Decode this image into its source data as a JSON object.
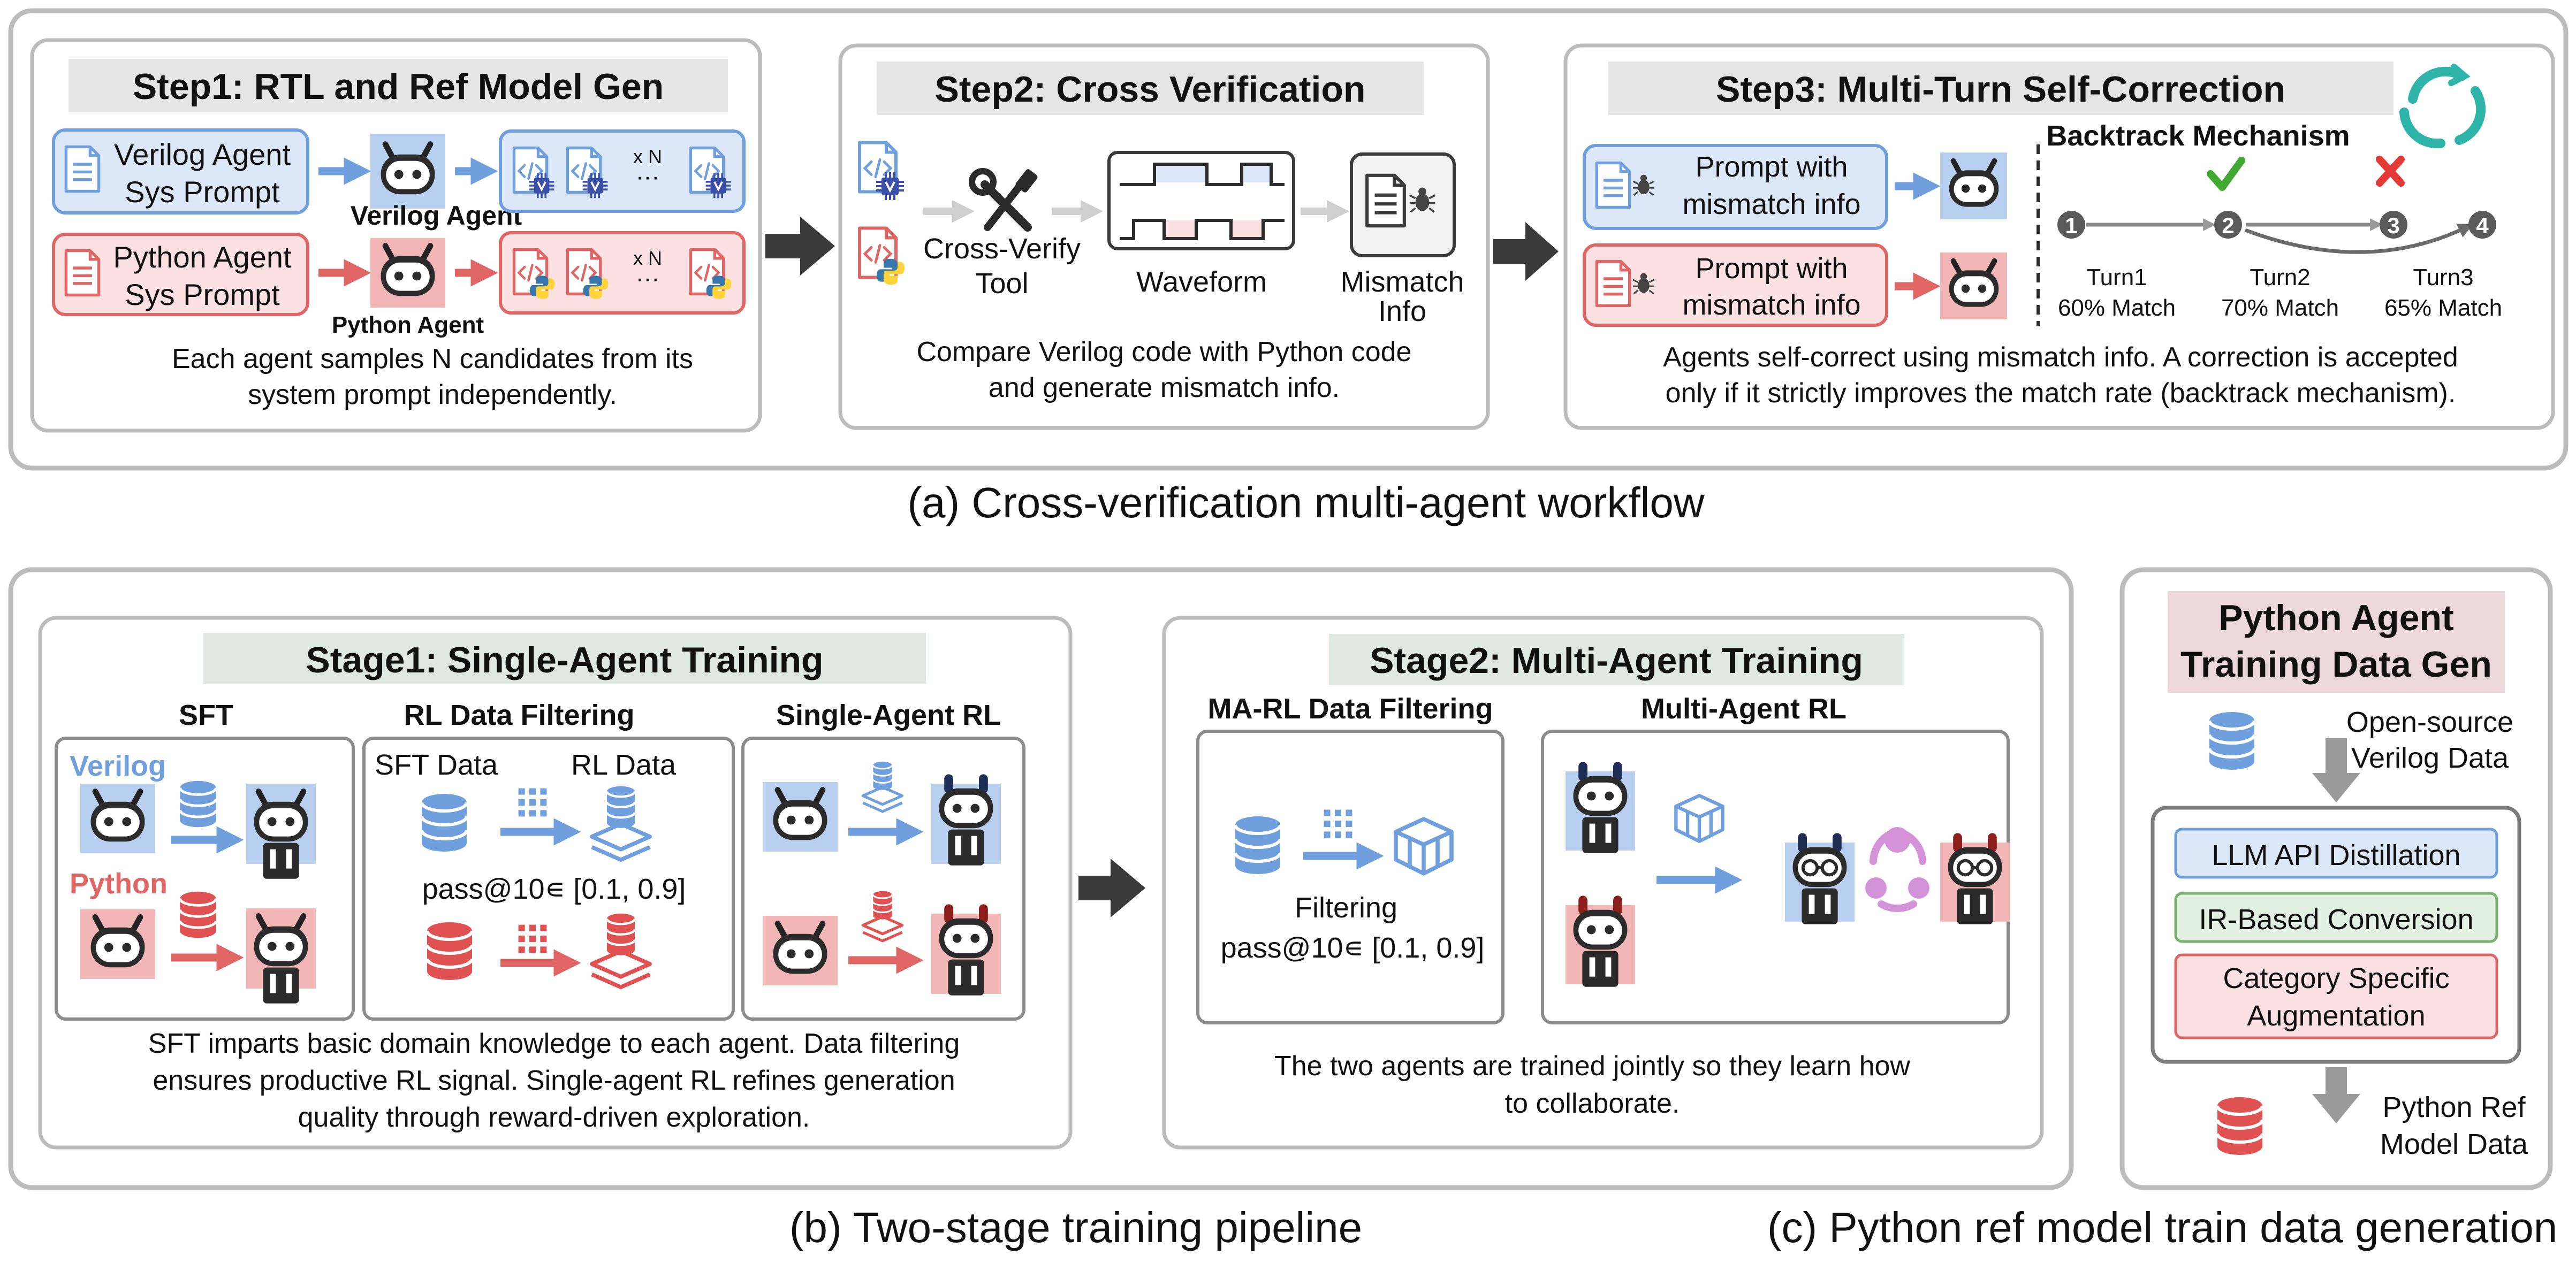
{
  "colors": {
    "verilog_fill": "#dce8f8",
    "verilog_stroke": "#6f9fdc",
    "verilog_dark": "#5b8fd6",
    "python_fill": "#fbe1e1",
    "python_stroke": "#e06666",
    "python_dark": "#e05252",
    "green_fill": "#e3f1e2",
    "green_stroke": "#78b36f",
    "title_gray": "#e6e6e6",
    "title_green": "#dfe8e3",
    "title_pink": "#ecd7dc",
    "panel_border": "#bcbcbc",
    "arrow_dark": "#3a3a3a",
    "check": "#41a832",
    "cross": "#e53935",
    "cycle": "#2eb4a8"
  },
  "icons": [
    "agent-robot-icon",
    "document-icon",
    "code-file-icon",
    "chip-icon",
    "python-logo-icon",
    "database-icon",
    "layer-stack-icon",
    "matrix-icon",
    "bug-icon",
    "wrench-screwdriver-icon",
    "waveform-icon",
    "refresh-cycle-icon",
    "checkmark-icon",
    "x-mark-icon",
    "arrow-right-icon"
  ],
  "part_a": {
    "caption": "(a) Cross-verification multi-agent workflow",
    "step1": {
      "title": "Step1: RTL and Ref Model Gen",
      "verilog_prompt": [
        "Verilog Agent",
        "Sys Prompt"
      ],
      "python_prompt": [
        "Python Agent",
        "Sys Prompt"
      ],
      "verilog_agent_label": "Verilog Agent",
      "python_agent_label": "Python Agent",
      "times_n": "x N",
      "ellipsis": "···",
      "desc": [
        "Each agent samples N candidates from its",
        "system prompt independently."
      ]
    },
    "step2": {
      "title": "Step2: Cross Verification",
      "tool_label": [
        "Cross-Verify",
        "Tool"
      ],
      "waveform_label": "Waveform",
      "mismatch_label": [
        "Mismatch",
        "Info"
      ],
      "desc": [
        "Compare Verilog code with Python code",
        "and generate mismatch info."
      ]
    },
    "step3": {
      "title": "Step3: Multi-Turn Self-Correction",
      "prompt_verilog": [
        "Prompt with",
        "mismatch info"
      ],
      "prompt_python": [
        "Prompt with",
        "mismatch info"
      ],
      "backtrack_title": "Backtrack Mechanism",
      "nodes": [
        "1",
        "2",
        "3",
        "4"
      ],
      "turns": [
        {
          "name": "Turn1",
          "match": "60% Match"
        },
        {
          "name": "Turn2",
          "match": "70% Match"
        },
        {
          "name": "Turn3",
          "match": "65% Match"
        }
      ],
      "desc": [
        "Agents self-correct using mismatch info. A correction is accepted",
        "only if it strictly improves the match rate (backtrack mechanism)."
      ]
    }
  },
  "part_b": {
    "caption": "(b) Two-stage training pipeline",
    "stage1": {
      "title": "Stage1: Single-Agent Training",
      "sft": {
        "title": "SFT",
        "verilog_label": "Verilog",
        "python_label": "Python"
      },
      "filtering": {
        "title": "RL Data Filtering",
        "sft_data": "SFT Data",
        "rl_data": "RL Data",
        "criterion": "pass@10∊ [0.1, 0.9]"
      },
      "single_rl": {
        "title": "Single-Agent RL"
      },
      "desc": [
        "SFT imparts basic domain knowledge to each agent. Data filtering",
        "ensures productive RL signal. Single-agent RL refines generation",
        "quality through reward-driven exploration."
      ]
    },
    "stage2": {
      "title": "Stage2: Multi-Agent Training",
      "filtering": {
        "title": "MA-RL Data Filtering",
        "label": "Filtering",
        "criterion": "pass@10∊ [0.1, 0.9]"
      },
      "marl": {
        "title": "Multi-Agent RL"
      },
      "desc": [
        "The two agents are trained jointly so they learn how",
        "to collaborate."
      ]
    }
  },
  "part_c": {
    "caption": "(c) Python ref model train data generation",
    "title": [
      "Python Agent",
      "Training Data Gen"
    ],
    "source": [
      "Open-source",
      "Verilog Data"
    ],
    "steps": [
      "LLM API Distillation",
      "IR-Based Conversion"
    ],
    "step3": [
      "Category Specific",
      "Augmentation"
    ],
    "output": [
      "Python Ref",
      "Model Data"
    ]
  }
}
